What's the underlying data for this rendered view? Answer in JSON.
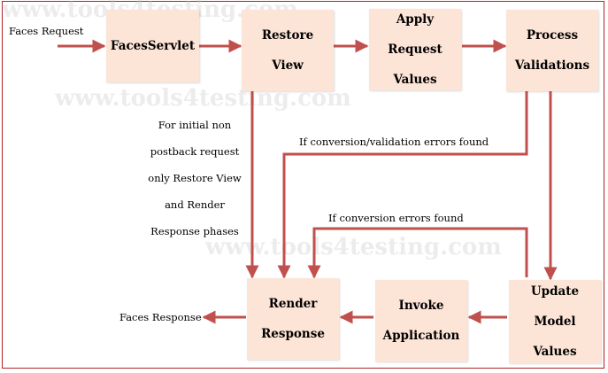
{
  "watermark": "www.tools4testing.com",
  "inputs": {
    "faces_request": "Faces Request",
    "faces_response": "Faces Response"
  },
  "boxes": {
    "faces_servlet": [
      "FacesServlet"
    ],
    "restore_view": [
      "Restore",
      "View"
    ],
    "apply_request_values": [
      "Apply",
      "Request",
      "Values"
    ],
    "process_validations": [
      "Process",
      "Validations"
    ],
    "update_model_values": [
      "Update",
      "Model",
      "Values"
    ],
    "invoke_application": [
      "Invoke",
      "Application"
    ],
    "render_response": [
      "Render",
      "Response"
    ]
  },
  "notes": {
    "initial_request": [
      "For initial non",
      "postback request",
      "only Restore View",
      "and Render",
      "Response phases"
    ],
    "validation_errors": "If conversion/validation errors found",
    "conversion_errors": "If conversion errors found"
  },
  "colors": {
    "arrow": "#c0504d",
    "box_fill": "#fce4d6",
    "frame": "#b22222"
  }
}
